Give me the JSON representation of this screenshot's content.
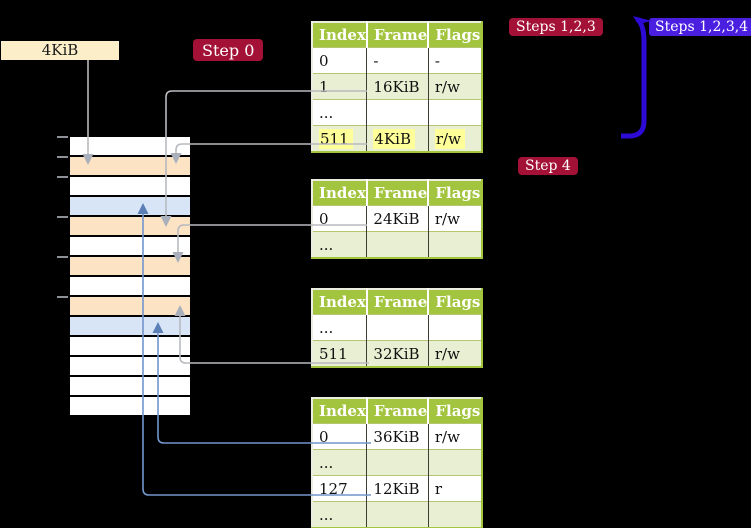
{
  "palette": {
    "background": "#000000",
    "badge_red": "#a31236",
    "badge_blue": "#4a1fe0",
    "loop_arrow_blue": "#2d0ad6",
    "table_header_green": "#a2c43e",
    "table_row_green": "#e9efd2",
    "highlight_yellow": "#ffff99",
    "frame_label_cream": "#fceec8",
    "row_free": "#ffffff",
    "row_page_table": "#fce3c4",
    "row_mapped": "#d8e5f6",
    "connector_gray": "#b7babf",
    "connector_blue": "#7295cc",
    "tick_gray": "#8f9399"
  },
  "frame_label": {
    "text": "4KiB"
  },
  "badges": {
    "step0": "Step 0",
    "steps123": "Steps 1,2,3",
    "steps1234": "Steps 1,2,3,4",
    "step4": "Step 4"
  },
  "memory_stack": {
    "rows": [
      {
        "kind": "row_free"
      },
      {
        "kind": "row_page_table"
      },
      {
        "kind": "row_free"
      },
      {
        "kind": "row_mapped"
      },
      {
        "kind": "row_page_table"
      },
      {
        "kind": "row_free"
      },
      {
        "kind": "row_page_table"
      },
      {
        "kind": "row_free"
      },
      {
        "kind": "row_page_table"
      },
      {
        "kind": "row_mapped"
      },
      {
        "kind": "row_free"
      },
      {
        "kind": "row_free"
      },
      {
        "kind": "row_free"
      },
      {
        "kind": "row_free"
      }
    ]
  },
  "tables": [
    {
      "headers": [
        "Index",
        "Frame",
        "Flags"
      ],
      "rows": [
        {
          "cells": [
            "0",
            "-",
            "-"
          ]
        },
        {
          "cells": [
            "1",
            "16KiB",
            "r/w"
          ]
        },
        {
          "cells": [
            "...",
            "",
            ""
          ]
        },
        {
          "cells": [
            "511",
            "4KiB",
            "r/w"
          ],
          "highlighted": true
        }
      ]
    },
    {
      "headers": [
        "Index",
        "Frame",
        "Flags"
      ],
      "rows": [
        {
          "cells": [
            "0",
            "24KiB",
            "r/w"
          ]
        },
        {
          "cells": [
            "...",
            "",
            ""
          ]
        }
      ]
    },
    {
      "headers": [
        "Index",
        "Frame",
        "Flags"
      ],
      "rows": [
        {
          "cells": [
            "...",
            "",
            ""
          ]
        },
        {
          "cells": [
            "511",
            "32KiB",
            "r/w"
          ]
        }
      ]
    },
    {
      "headers": [
        "Index",
        "Frame",
        "Flags"
      ],
      "rows": [
        {
          "cells": [
            "0",
            "36KiB",
            "r/w"
          ]
        },
        {
          "cells": [
            "...",
            "",
            ""
          ]
        },
        {
          "cells": [
            "127",
            "12KiB",
            "r"
          ]
        },
        {
          "cells": [
            "...",
            "",
            ""
          ]
        }
      ]
    }
  ]
}
